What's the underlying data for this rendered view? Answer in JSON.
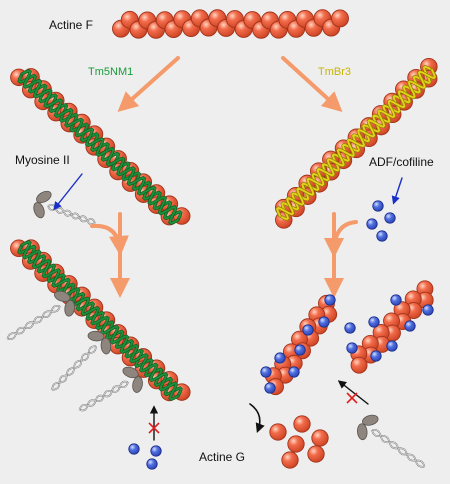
{
  "labels": {
    "actin_f": "Actine F",
    "tm5nm1": "Tm5NM1",
    "tmbr3": "TmBr3",
    "myosin": "Myosine II",
    "adf_cofilin": "ADF/cofiline",
    "actin_g": "Actine G"
  },
  "colors": {
    "background": "#eeeeee",
    "actin_subunit": "#f26b4b",
    "actin_outline": "#a2331c",
    "tm5nm1_strand": "#1e8f3a",
    "tmbr3_strand": "#e3d21a",
    "cofilin": "#4f6fe0",
    "arrow_orange": "#f59a6a",
    "indicator_arrow": "#1a2fc8",
    "inhibition_mark": "#e02020",
    "myosin_head": "#8d857e",
    "myosin_tail": "#6f6f6f"
  },
  "icons": [
    "actin-filament",
    "tropomyosin-strand",
    "myosin-ii-motor",
    "cofilin-protein",
    "g-actin-monomer",
    "inhibition-cross-mark",
    "curved-merge-arrow"
  ]
}
